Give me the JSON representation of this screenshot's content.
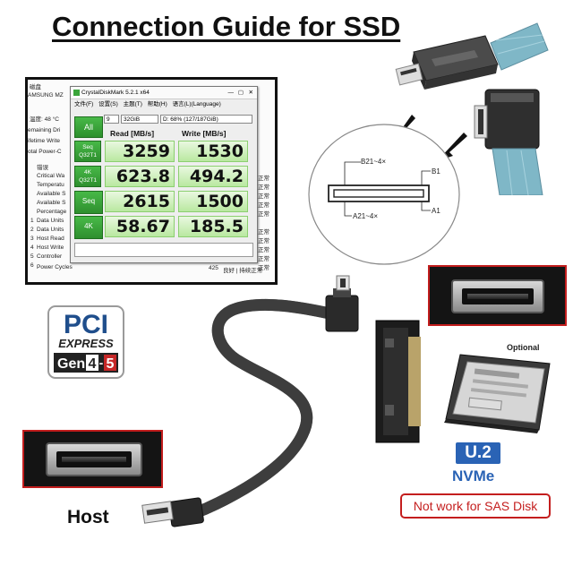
{
  "title": "Connection Guide for SSD",
  "cdm": {
    "window_title": "CrystalDiskMark 5.2.1 x64",
    "menu": [
      "文件(F)",
      "设置(S)",
      "主题(T)",
      "帮助(H)",
      "语言(L)(Language)"
    ],
    "all_button": "All",
    "count_select": "9",
    "size_select": "32GiB",
    "drive_select": "D: 68% (127/187GiB)",
    "read_header": "Read [MB/s]",
    "write_header": "Write [MB/s]",
    "rows": [
      {
        "label_1": "Seq",
        "label_2": "Q32T1",
        "read": "3259",
        "write": "1530"
      },
      {
        "label_1": "4K",
        "label_2": "Q32T1",
        "read": "623.8",
        "write": "494.2"
      },
      {
        "label_1": "Seq",
        "label_2": "",
        "read": "2615",
        "write": "1500"
      },
      {
        "label_1": "4K",
        "label_2": "",
        "read": "58.67",
        "write": "185.5"
      }
    ]
  },
  "bg_window": {
    "header": "磁盘",
    "drive_name": "AMSUNG MZ",
    "temp": "温度: 48 °C",
    "left_labels": [
      "emaining Dri",
      "ifetime Write",
      "otal Power-C"
    ],
    "section": "错误",
    "lower_labels": [
      "Critical Wa",
      "Temperatu",
      "Available S",
      "Available S",
      "Percentage",
      "Data Units",
      "Data Units",
      "Host Read",
      "Host Write",
      "Controller",
      "Power Cycles"
    ],
    "right_labels": [
      "正常",
      "正常",
      "正常",
      "正常",
      "正常",
      "正常",
      "正常",
      "正常",
      "正常",
      "正常"
    ],
    "row_index": [
      "1",
      "2",
      "3",
      "4",
      "5",
      "6"
    ],
    "footer_value": "425",
    "footer_status": "良好 | 持续正常"
  },
  "diagram": {
    "label_b21": "B21~4×",
    "label_b1": "B1",
    "label_a21": "A21~4×",
    "label_a1": "A1"
  },
  "pci_logo": {
    "line1": "PCI",
    "line2": "EXPRESS",
    "gen": "Gen",
    "gen_a": "4",
    "gen_sep": "-",
    "gen_b": "5"
  },
  "optional_label": "Optional",
  "host_label": "Host",
  "u2_label": "U.2",
  "nvme_label": "NVMe",
  "sas_note": "Not work for SAS Disk",
  "colors": {
    "accent_red": "#c41e1e",
    "accent_blue": "#2a63b5",
    "cdm_green": "#3aa53a"
  }
}
